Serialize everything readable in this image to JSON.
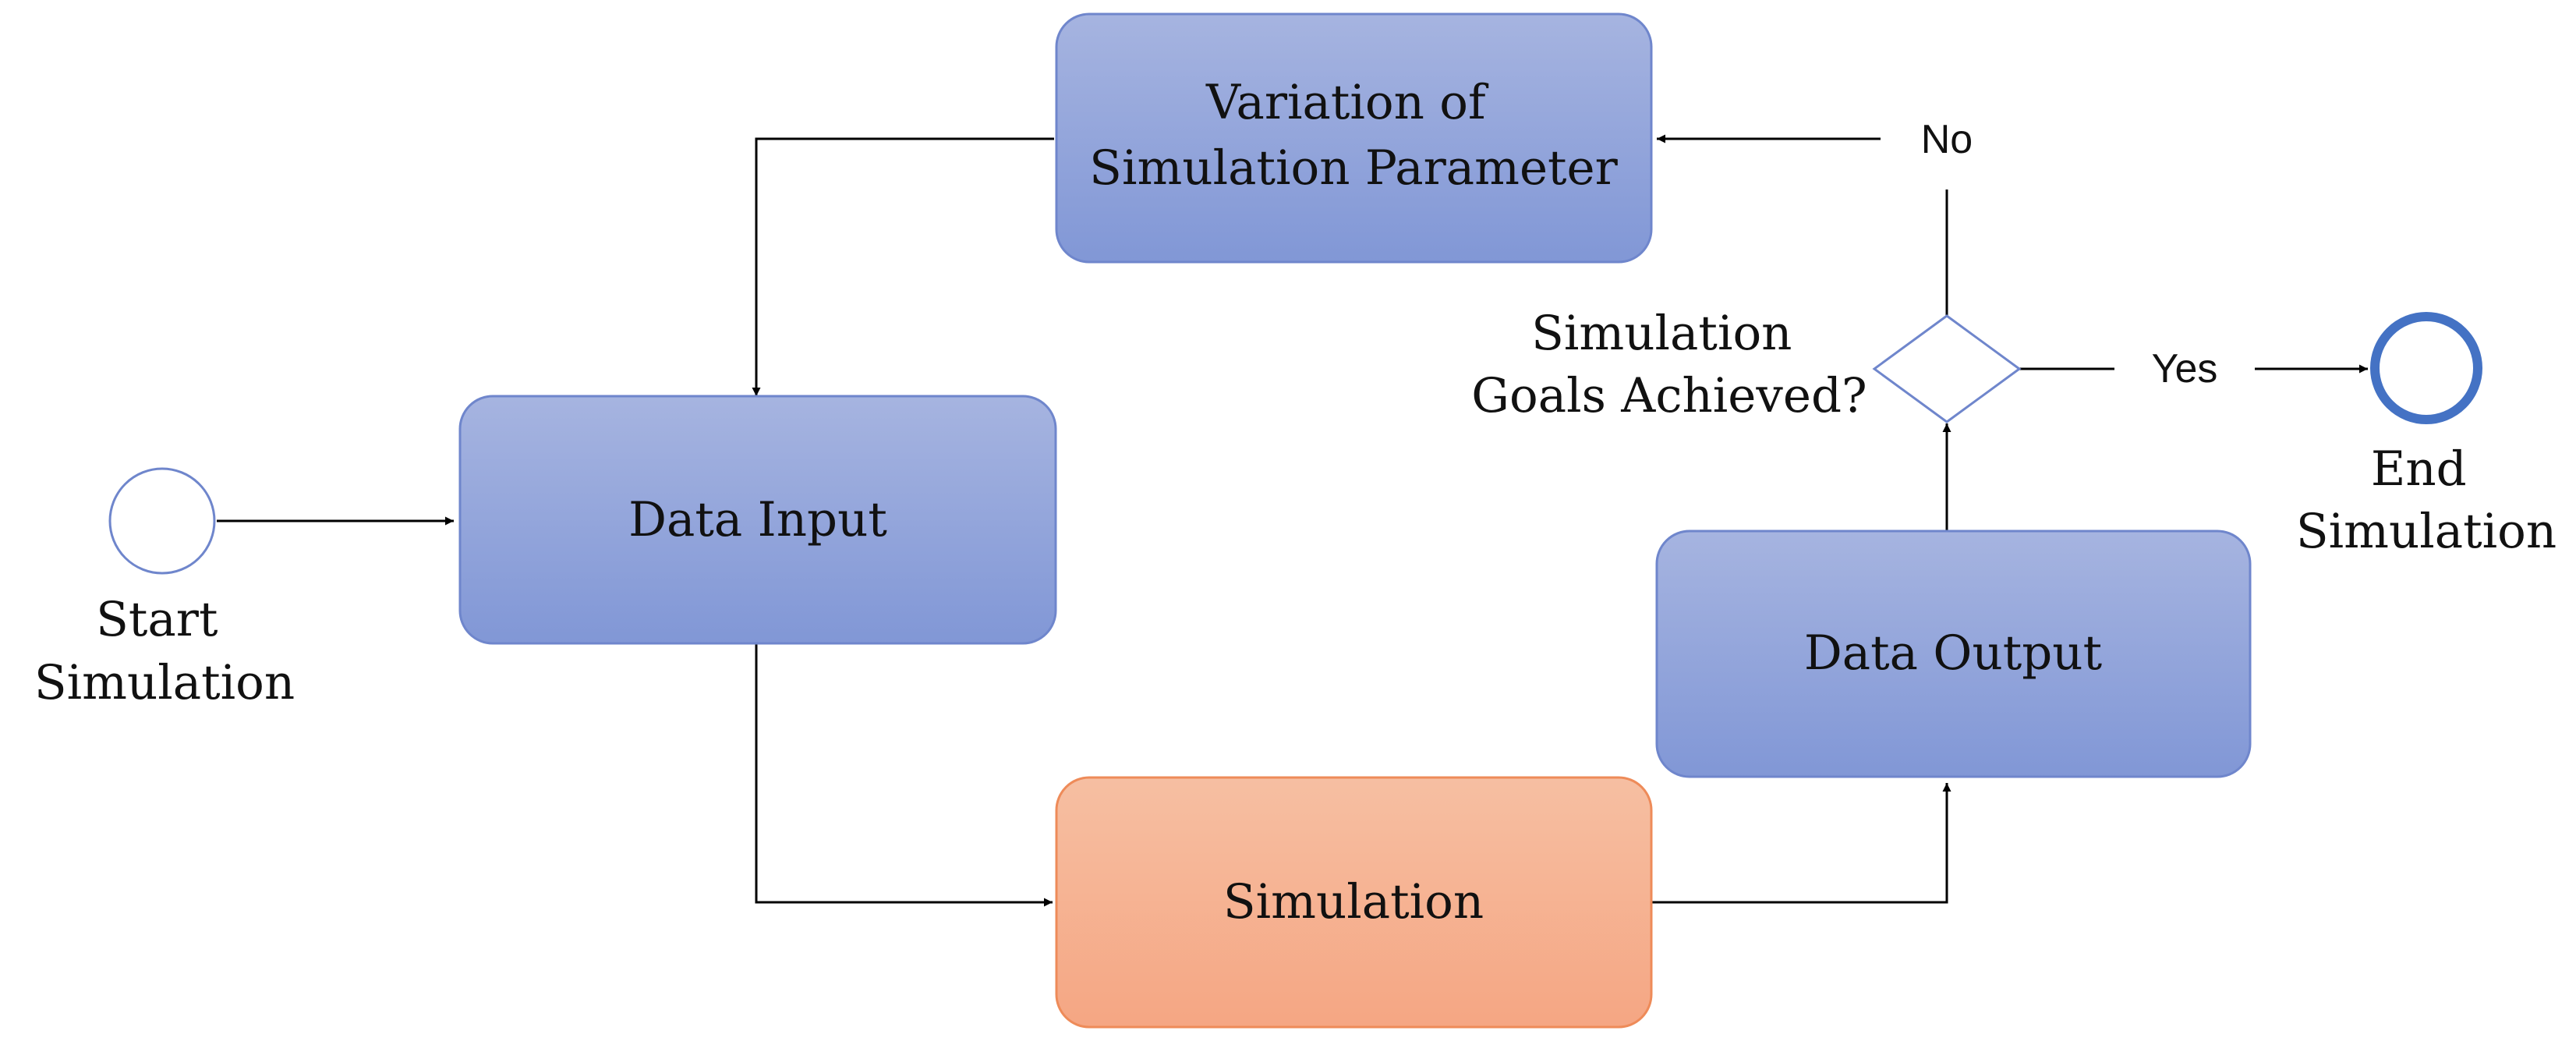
{
  "diagram": {
    "start_label": [
      "Start",
      "Simulation"
    ],
    "end_label": [
      "End",
      "Simulation"
    ],
    "data_input": "Data Input",
    "simulation": "Simulation",
    "data_output": "Data Output",
    "variation": [
      "Variation of",
      "Simulation Parameter"
    ],
    "decision": [
      "Simulation",
      "Goals Achieved?"
    ],
    "yes_label": "Yes",
    "no_label": "No",
    "colors": {
      "blue_top": "#a6b4e0",
      "blue_bottom": "#8197d6",
      "blue_stroke": "#6f86cc",
      "orange_top": "#f6bfa2",
      "orange_bottom": "#f5a683",
      "orange_stroke": "#ee8b59",
      "start_circle": "#6f86cc",
      "end_circle": "#4472c4",
      "decision_stroke": "#6f86cc",
      "line": "#000000"
    }
  }
}
